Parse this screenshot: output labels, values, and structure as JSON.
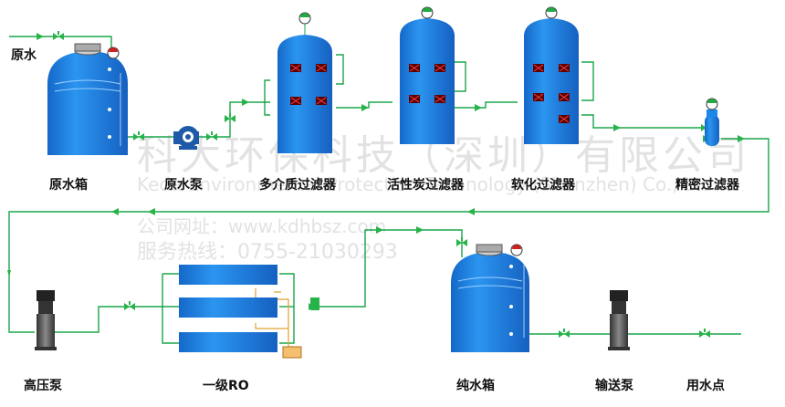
{
  "labels": {
    "raw_water": "原水",
    "raw_tank": "原水箱",
    "raw_pump": "原水泵",
    "multimedia_filter": "多介质过滤器",
    "carbon_filter": "活性炭过滤器",
    "softener": "软化过滤器",
    "precision_filter": "精密过滤器",
    "hp_pump": "高压泵",
    "ro_stage": "一级RO",
    "pure_tank": "纯水箱",
    "transfer_pump": "输送泵",
    "use_point": "用水点"
  },
  "watermark": {
    "company_cn": "科大环保科技（深圳）有限公司",
    "company_en": "Keda Environmental Protection Technology (Shenzhen) Co., Ltd.",
    "website": "公司网址：www.kdhbsz.com",
    "hotline": "服务热线：0755-21030293"
  },
  "colors": {
    "vessel": "#1e88e8",
    "pipe": "#1aa64a",
    "concentrate": "#e0a030",
    "valve": "#27b34a",
    "pump": "#1e5aa8",
    "gauge": "#d02020"
  }
}
